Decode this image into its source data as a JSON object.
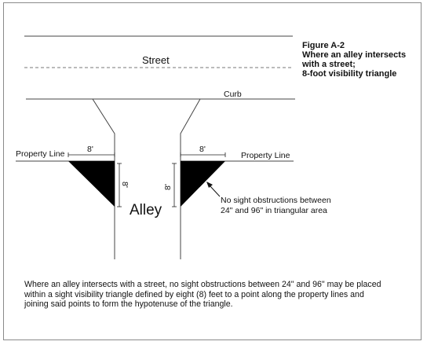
{
  "figure": {
    "line1": "Figure A-2",
    "line2": "Where an alley intersects",
    "line3": "with a street;",
    "line4": "8-foot visibility triangle"
  },
  "labels": {
    "street": "Street",
    "curb": "Curb",
    "property_line_left": "Property Line",
    "property_line_right": "Property Line",
    "dim_top_left": "8'",
    "dim_top_right": "8'",
    "dim_side_left": "8'",
    "dim_side_right": "8'",
    "alley": "Alley",
    "callout_line1": "No sight obstructions between",
    "callout_line2": "24\" and 96\" in triangular area"
  },
  "note": {
    "line1": "Where an alley intersects with a street, no sight obstructions between 24\" and 96\" may be placed",
    "line2": "within a sight visibility triangle defined by eight (8) feet to a point along the property lines and",
    "line3": "joining said points to form the hypotenuse of the triangle."
  }
}
